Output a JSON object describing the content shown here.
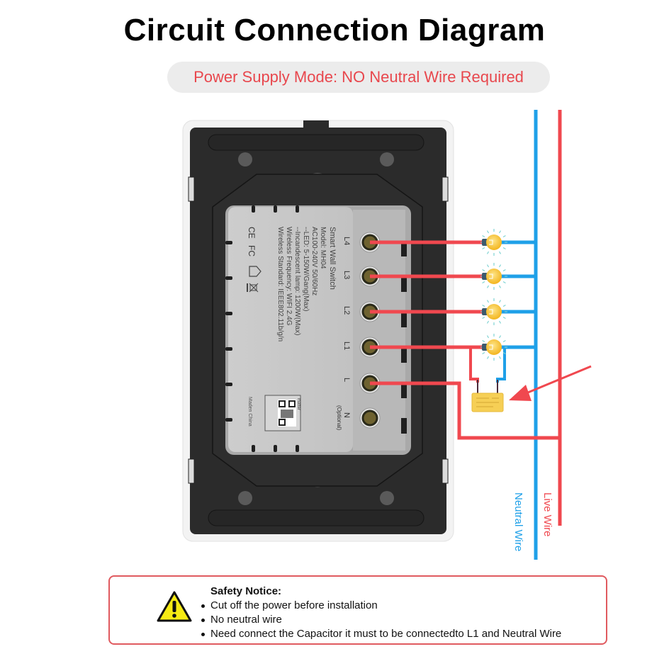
{
  "title": "Circuit Connection Diagram",
  "subtitle": "Power Supply Mode: NO Neutral Wire Required",
  "colors": {
    "live": "#f0484f",
    "neutral": "#1fa0e8",
    "title": "#000000",
    "subtitle_text": "#e8474d",
    "subtitle_bg": "#ececec",
    "notice_border": "#e05a5f",
    "warning_fill": "#f5ea14",
    "bulb": "#f6c02c",
    "capacitor": "#f6cf55",
    "switch_frame": "#2a2a2a",
    "switch_label_panel": "#c9c9c9"
  },
  "switch_label": {
    "lines": [
      "Smart Wall Switch",
      "Model: MH04",
      "AC100-240V 50/60Hz",
      "--LED: 5-150W/Gang(Max)",
      "--Incandescent lamp: 1200W(Max)",
      "Wireless Frequency: WIFI 2.4G",
      "Wireless Standard: IEEE802.11b/g/n"
    ],
    "certifications": [
      "CE",
      "FC",
      "home-icon",
      "weee-bin-icon"
    ],
    "made_in": "Maden China",
    "qr_brand": "matter"
  },
  "terminals": [
    {
      "label": "L4",
      "connected": true
    },
    {
      "label": "L3",
      "connected": true
    },
    {
      "label": "L2",
      "connected": true
    },
    {
      "label": "L1",
      "connected": true
    },
    {
      "label": "L",
      "connected": true
    },
    {
      "label": "N",
      "note": "(Optional)",
      "connected": false
    }
  ],
  "loads": [
    {
      "name": "lamp-L4"
    },
    {
      "name": "lamp-L3"
    },
    {
      "name": "lamp-L2"
    },
    {
      "name": "lamp-L1"
    }
  ],
  "wires": {
    "neutral_label": "Neutral Wire",
    "live_label": "Live Wire"
  },
  "component": "capacitor",
  "safety_notice": {
    "heading": "Safety Notice:",
    "items": [
      "Cut off the power before installation",
      "No neutral wire",
      "Need connect the Capacitor it must to be connectedto L1 and Neutral Wire"
    ]
  }
}
